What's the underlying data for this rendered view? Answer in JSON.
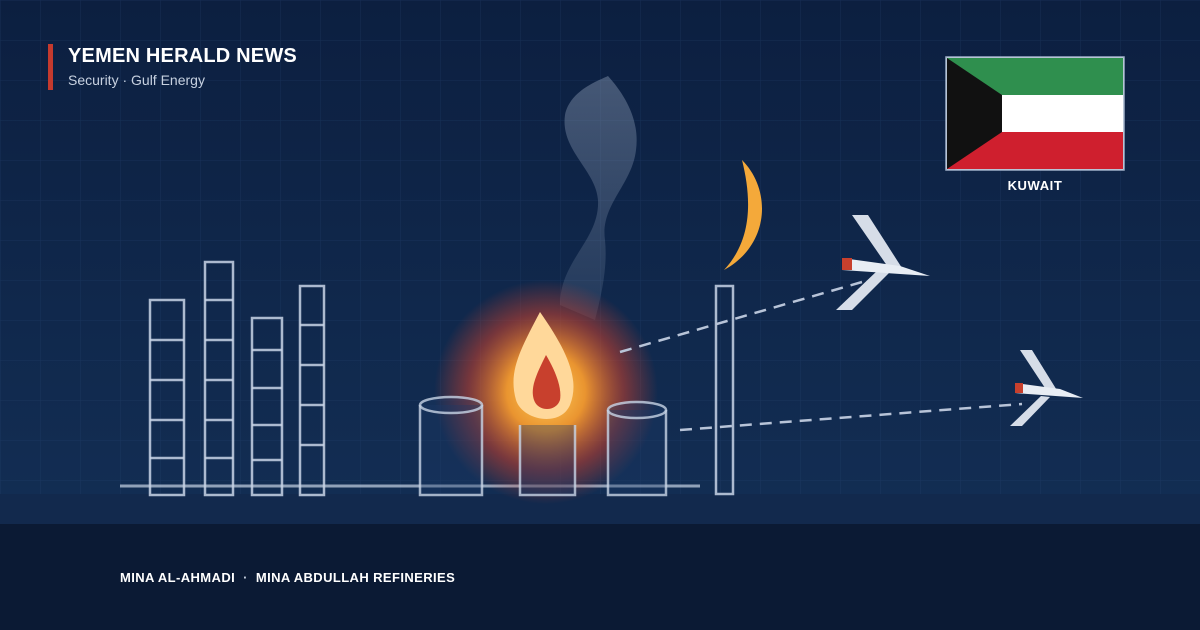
{
  "brand": {
    "name": "YEMEN HERALD NEWS",
    "section": "Security · Gulf Energy"
  },
  "flag": {
    "country_label": "KUWAIT",
    "colors": {
      "green": "#2f8f4e",
      "white": "#ffffff",
      "red": "#cf1f2e",
      "black": "#111111"
    }
  },
  "caption": {
    "location_1": "MINA AL-AHMADI",
    "separator": "·",
    "location_2": "MINA ABDULLAH REFINERIES"
  },
  "colors": {
    "background": "#0f2447",
    "ground": "#081a36",
    "accent": "#c43a2e",
    "flame_outer": "#ffd89a",
    "flame_inner": "#c8402d",
    "crescent": "#f4a93a"
  },
  "icons": [
    "drone-icon",
    "flame-icon",
    "smoke-icon",
    "crescent-flare-icon",
    "refinery-tower-icon",
    "storage-tank-icon",
    "chimney-icon"
  ]
}
